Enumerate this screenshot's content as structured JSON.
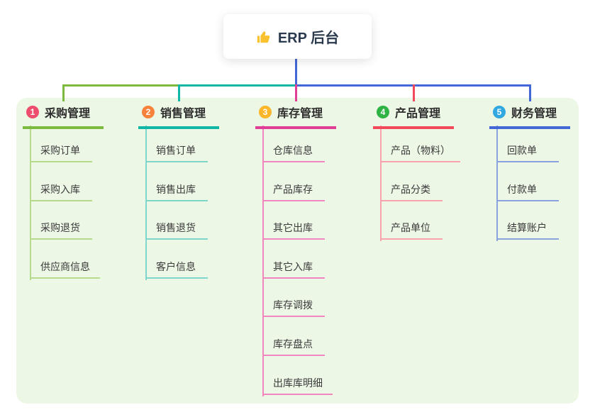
{
  "root": {
    "title": "ERP 后台",
    "icon": "thumbs-up-icon",
    "icon_color": "#f9c22e",
    "connector_color": "#4467d8",
    "card_background": "#ffffff",
    "text_color": "#2b3a4d"
  },
  "canvas": {
    "background": "#ffffff",
    "panel_color": "#edf7e6"
  },
  "branches": [
    {
      "index": "1",
      "title": "采购管理",
      "badge_color": "#ef4d6d",
      "line_color": "#7cb93f",
      "child_line_color": "#b5da8c",
      "children": [
        "采购订单",
        "采购入库",
        "采购退货",
        "供应商信息"
      ]
    },
    {
      "index": "2",
      "title": "销售管理",
      "badge_color": "#f8823c",
      "line_color": "#10b7a7",
      "child_line_color": "#7fd6cb",
      "children": [
        "销售订单",
        "销售出库",
        "销售退货",
        "客户信息"
      ]
    },
    {
      "index": "3",
      "title": "库存管理",
      "badge_color": "#fbb62a",
      "line_color": "#e03d97",
      "child_line_color": "#f287c0",
      "children": [
        "仓库信息",
        "产品库存",
        "其它出库",
        "其它入库",
        "库存调拨",
        "库存盘点",
        "出库库明细"
      ]
    },
    {
      "index": "4",
      "title": "产品管理",
      "badge_color": "#2fb344",
      "line_color": "#f2485b",
      "child_line_color": "#f8a3ad",
      "children": [
        "产品（物料）",
        "产品分类",
        "产品单位"
      ]
    },
    {
      "index": "5",
      "title": "财务管理",
      "badge_color": "#31a8e0",
      "line_color": "#4467d8",
      "child_line_color": "#8ba3dd",
      "children": [
        "回款单",
        "付款单",
        "结算账户"
      ]
    }
  ]
}
